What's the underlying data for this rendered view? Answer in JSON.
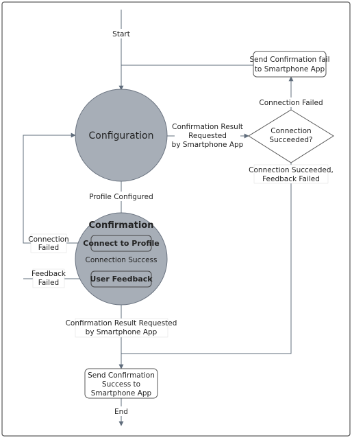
{
  "labels": {
    "start": "Start",
    "end": "End",
    "configuration": "Configuration",
    "confirmation": "Confirmation",
    "connect_to_profile": "Connect to Profile",
    "user_feedback": "User Feedback",
    "connection_success": "Connection Success",
    "profile_configured": "Profile Configured",
    "connection_failed_left_1": "Connection",
    "connection_failed_left_2": "Failed",
    "feedback_failed_1": "Feedback",
    "feedback_failed_2": "Failed",
    "conf_result_requested_1": "Confirmation Result",
    "conf_result_requested_2": "Requested",
    "conf_result_requested_3": "by Smartphone App",
    "connection_succeeded_1": "Connection",
    "connection_succeeded_2": "Succeeded?",
    "connection_failed_right": "Connection Failed",
    "send_fail_1": "Send Confirmation fail",
    "send_fail_2": "to Smartphone App",
    "succeeded_feedback_failed_1": "Connection Succeeded,",
    "succeeded_feedback_failed_2": "Feedback Failed",
    "bottom_result_requested_1": "Confirmation Result Requested",
    "bottom_result_requested_2": "by Smartphone App",
    "send_success_1": "Send Confirmation",
    "send_success_2": "Success to",
    "send_success_3": "Smartphone App"
  },
  "colors": {
    "state_fill": "#a7aeb7",
    "state_stroke": "#6a7380",
    "line": "#5f6c7b",
    "box_stroke": "#555555",
    "text": "#222222"
  }
}
